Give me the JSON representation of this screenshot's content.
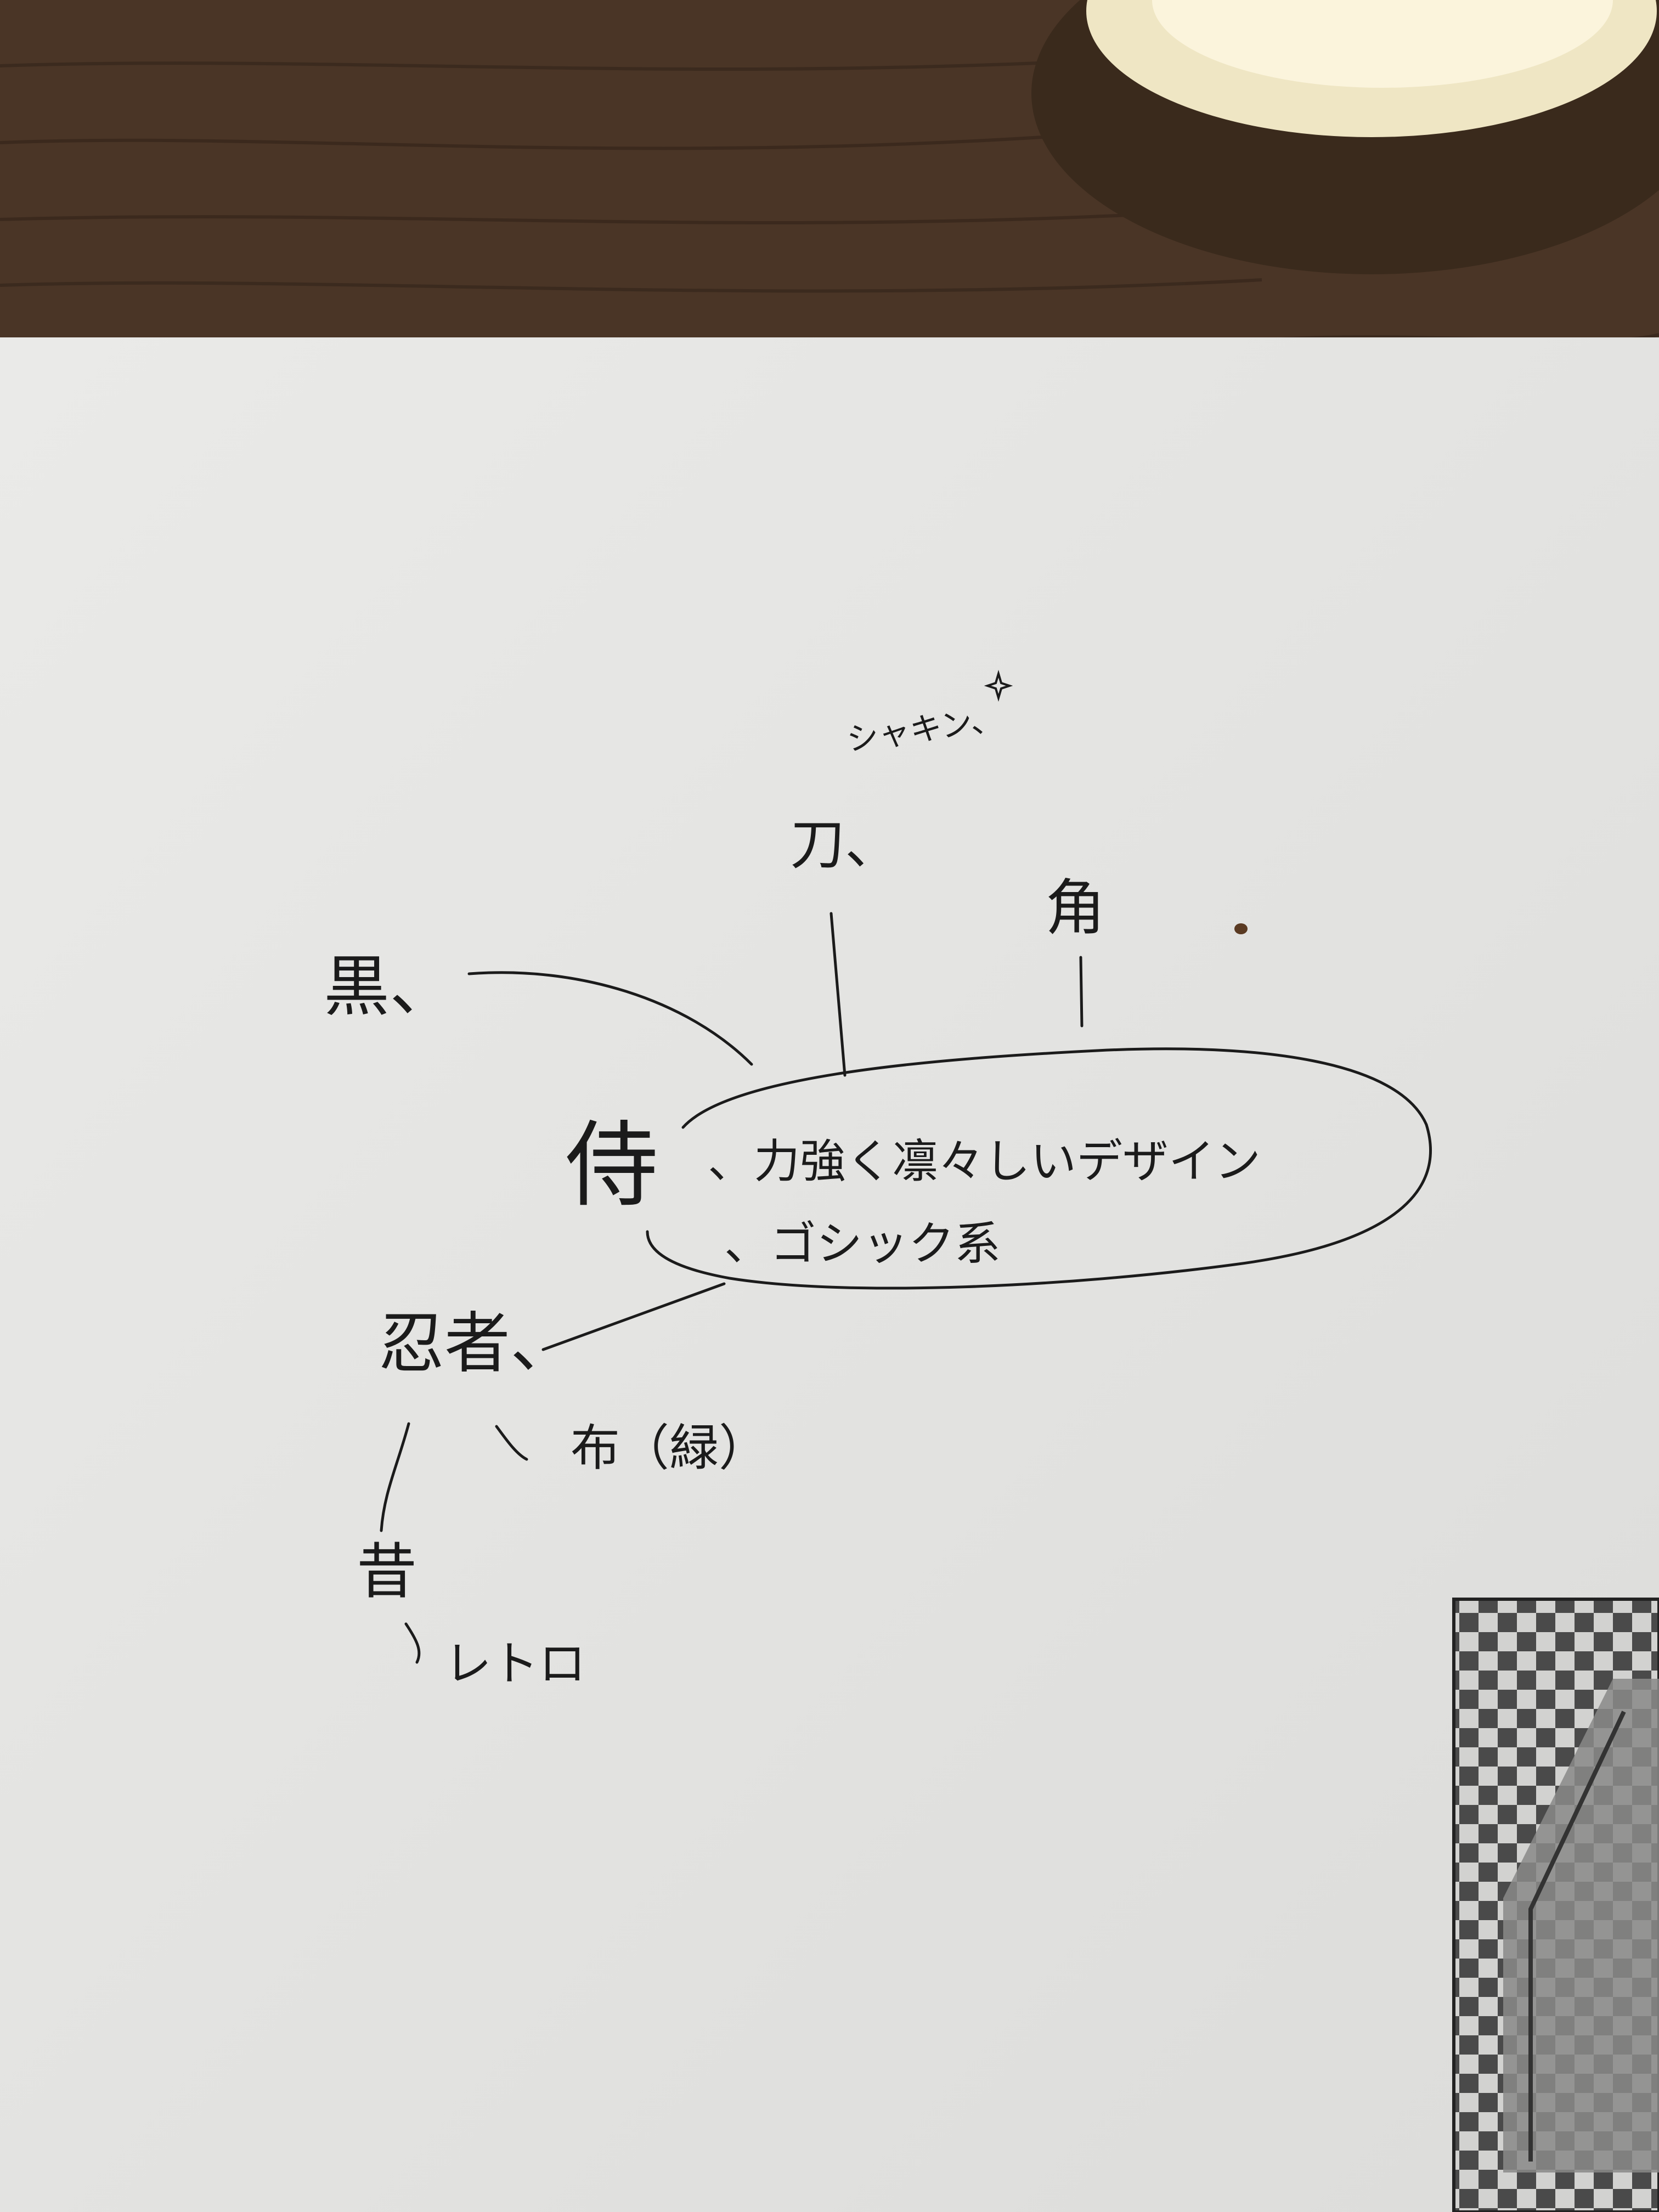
{
  "scene": {
    "type": "photo of a hand-drawn mind map on white paper, lying on a wooden table",
    "colors": {
      "table_wood": "#4a3526",
      "paper": "#e6e6e4",
      "ink": "#1b1b1b",
      "mug_rim": "#efe6c4",
      "mug_body": "#3a2a1c"
    }
  },
  "mindmap": {
    "center": "侍",
    "bubble_lines": [
      "、力強く凛々しいデザイン",
      "、ゴシック系"
    ],
    "branches": {
      "black": "黒、",
      "blade": "刀、",
      "shakin": "シャキン、",
      "corner": "角",
      "ninja": "忍者、",
      "cloth": "布（緑）",
      "old": "昔",
      "retro": "レトロ"
    }
  }
}
